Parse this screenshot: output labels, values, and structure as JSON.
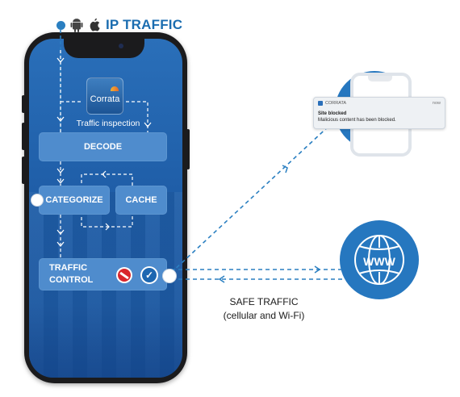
{
  "header": {
    "title": "IP TRAFFIC",
    "icons": [
      "android-icon",
      "apple-icon"
    ]
  },
  "app": {
    "logo_text": "Corrata",
    "inspection_label": "Traffic inspection"
  },
  "stages": {
    "decode": "DECODE",
    "categorize": "CATEGORIZE",
    "cache": "CACHE",
    "traffic_control_line1": "TRAFFIC",
    "traffic_control_line2": "CONTROL"
  },
  "notification": {
    "app_name": "CORRATA",
    "time": "now",
    "title": "Site blocked",
    "message": "Malicious content has been blocked."
  },
  "internet": {
    "label": "WWW"
  },
  "safe_traffic": {
    "line1": "SAFE TRAFFIC",
    "line2": "(cellular and Wi-Fi)"
  },
  "colors": {
    "brand_blue": "#1b6db0",
    "circle_blue": "#2677bf",
    "box_blue": "#4f8ccd",
    "block_red": "#d9262c"
  }
}
